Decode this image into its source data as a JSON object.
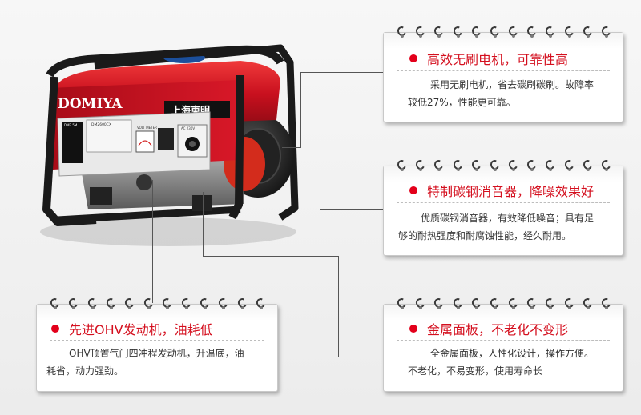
{
  "generator": {
    "brand": "DOMIYA",
    "brand_cn": "上海東明",
    "model_plate": "DM2600CX",
    "spec_plate_label": "DM2600CX",
    "panel_volt_label": "VOLT METER",
    "panel_ac_label": "AC 230V",
    "panel_left_label": "DM2.5M"
  },
  "callouts": [
    {
      "title": "高效无刷电机，可靠性高",
      "lines": [
        "采用无刷电机，省去碳刷碳刷。故障率",
        "较低27%，性能更可靠。"
      ]
    },
    {
      "title": "特制碳钢消音器，降噪效果好",
      "lines": [
        "优质碳钢消音器，有效降低噪音；具有足",
        "够的耐热强度和耐腐蚀性能，经久耐用。"
      ]
    },
    {
      "title": "先进OHV发动机，油耗低",
      "lines": [
        "OHV顶置气门四冲程发动机，升温底，油",
        "耗省，动力强劲。"
      ]
    },
    {
      "title": "金属面板，不老化不变形",
      "lines": [
        "全金属面板，人性化设计，操作方便。",
        "不老化，不易变形，使用寿命长"
      ]
    }
  ],
  "colors": {
    "accent_red": "#d40f1e",
    "bullet": "#e3001b",
    "frame": "#1a1a1a",
    "body_red": "#c8101e"
  }
}
